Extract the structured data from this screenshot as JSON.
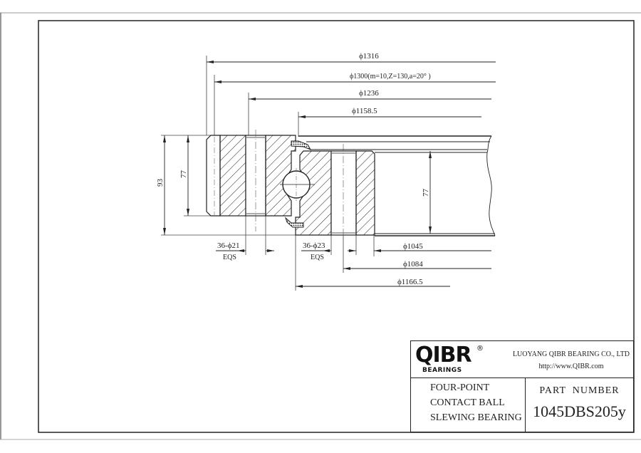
{
  "drawing": {
    "title": "Four-point contact ball slewing bearing cross-section",
    "dimensions_top": [
      {
        "id": "d1316",
        "label": "ϕ1316"
      },
      {
        "id": "d1300",
        "label": "ϕ1300(m=10,Z=130,a=20° )"
      },
      {
        "id": "d1236",
        "label": "ϕ1236"
      },
      {
        "id": "d1158",
        "label": "ϕ1158.5"
      }
    ],
    "dimensions_bottom": [
      {
        "id": "d1045",
        "label": "ϕ1045"
      },
      {
        "id": "d1084",
        "label": "ϕ1084"
      },
      {
        "id": "d1166",
        "label": "ϕ1166.5"
      }
    ],
    "bolt_holes": [
      {
        "label": "36-ϕ21",
        "sub": "EQS"
      },
      {
        "label": "36-ϕ23",
        "sub": "EQS"
      }
    ],
    "heights": {
      "total": "93",
      "outer_ring": "77",
      "inner_ring": "77"
    }
  },
  "title_block": {
    "logo_main": "QIBR",
    "logo_registered": "®",
    "logo_sub": "BEARINGS",
    "company_name": "LUOYANG QIBR BEARING CO., LTD",
    "company_url": "http://www.QIBR.com",
    "description_lines": [
      "FOUR-POINT",
      "CONTACT BALL",
      "SLEWING BEARING"
    ],
    "part_number_label": "PART  NUMBER",
    "part_number": "1045DBS205y"
  }
}
